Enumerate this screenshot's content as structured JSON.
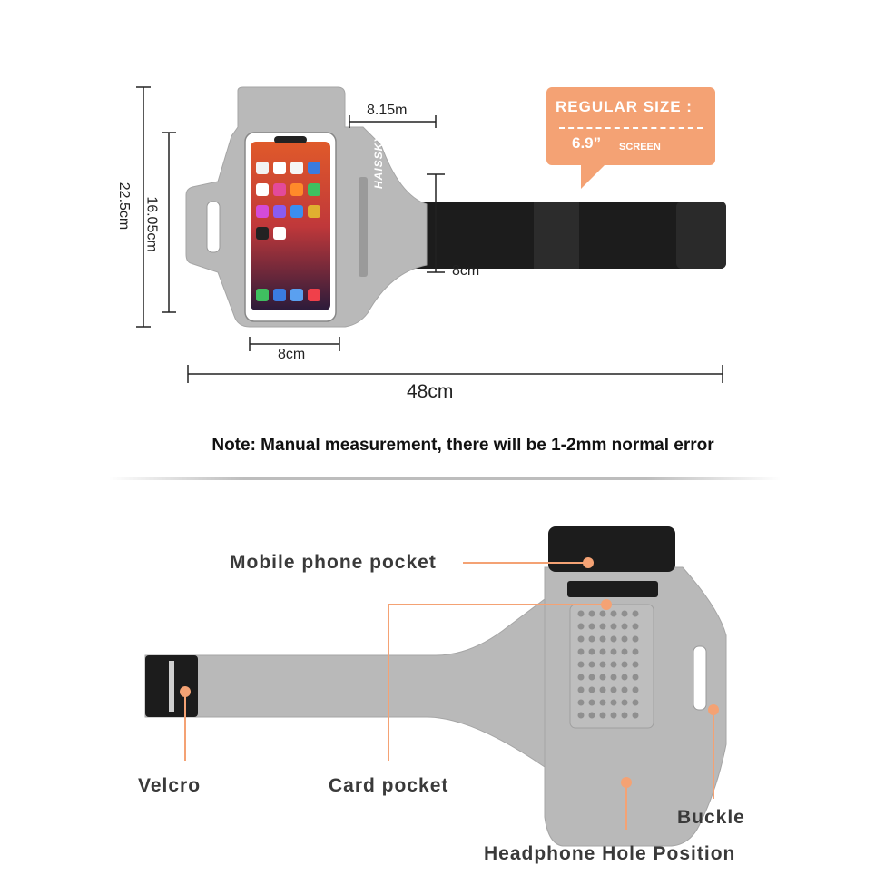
{
  "diagram": {
    "width_top": "8.15m",
    "height_full": "22.5cm",
    "height_window": "16.05cm",
    "strap_width": "8cm",
    "bottom_window": "8cm",
    "total_length": "48cm",
    "brand": "HAISSKY"
  },
  "badge": {
    "title": "REGULAR  SIZE :",
    "size": "6.9”",
    "screen": "SCREEN"
  },
  "note": "Note: Manual measurement, there will be 1-2mm normal error",
  "callouts": {
    "phone_pocket": "Mobile phone pocket",
    "velcro": "Velcro",
    "card_pocket": "Card pocket",
    "buckle": "Buckle",
    "headphone": "Headphone Hole Position"
  },
  "colors": {
    "fabric": "#b9b9b9",
    "strap": "#1c1c1c",
    "accent": "#f4a274"
  }
}
